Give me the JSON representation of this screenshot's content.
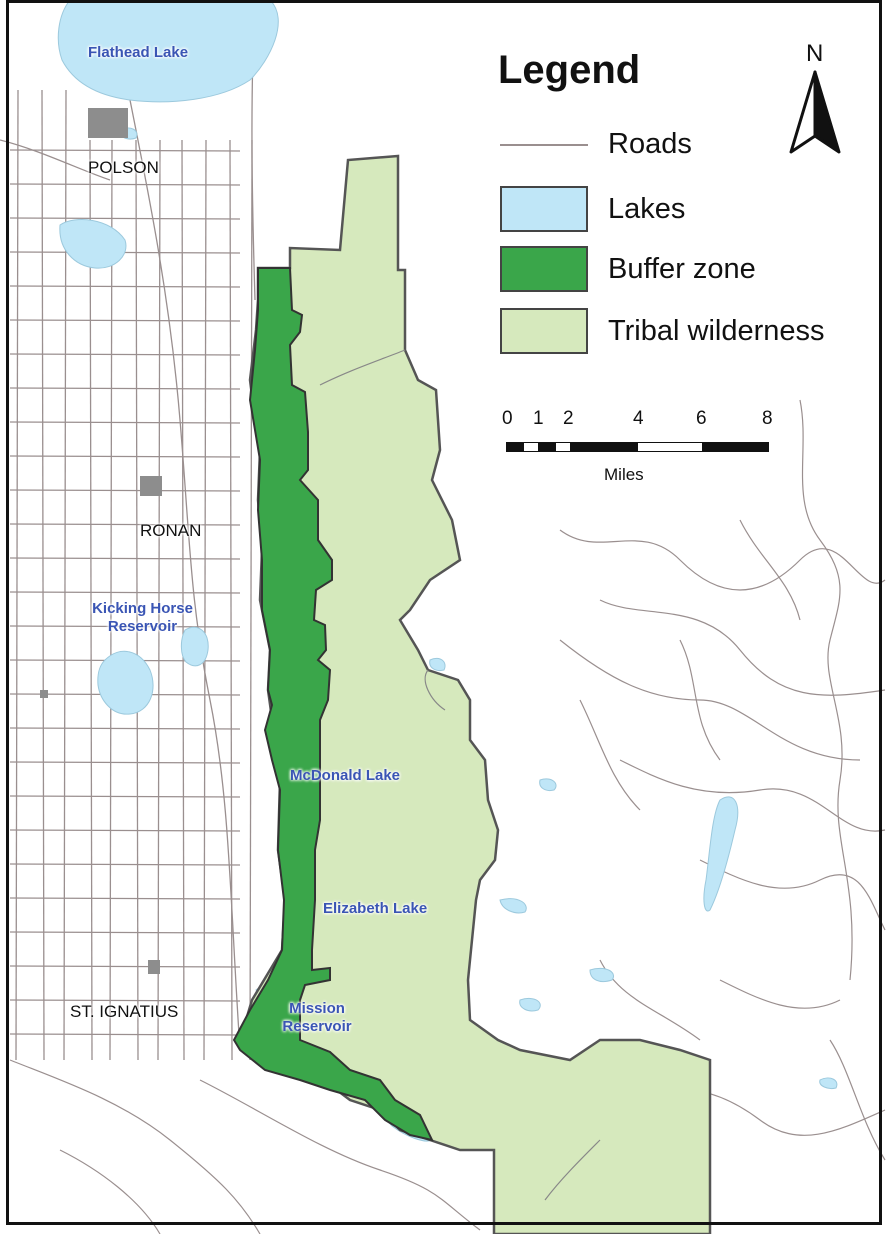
{
  "legend": {
    "title": "Legend",
    "items": [
      {
        "label": "Roads",
        "kind": "line",
        "color": "#9a8f8f"
      },
      {
        "label": "Lakes",
        "kind": "fill",
        "color": "#bfe6f7"
      },
      {
        "label": "Buffer zone",
        "kind": "fill",
        "color": "#3aa64a"
      },
      {
        "label": "Tribal wilderness",
        "kind": "fill",
        "color": "#d6e9bd"
      }
    ]
  },
  "north_arrow": {
    "letter": "N"
  },
  "scale_bar": {
    "ticks": [
      "0",
      "1",
      "2",
      "4",
      "6",
      "8"
    ],
    "unit": "Miles"
  },
  "places": {
    "flathead": "Flathead Lake",
    "polson": "POLSON",
    "ronan": "RONAN",
    "kicking_horse": "Kicking Horse Reservoir",
    "mcdonald": "McDonald Lake",
    "elizabeth": "Elizabeth Lake",
    "st_ignatius": "ST. IGNATIUS",
    "mission": "Mission Reservoir"
  },
  "colors": {
    "wilderness": "#d6e9bd",
    "buffer": "#3aa64a",
    "water": "#bfe6f7",
    "roads": "#9a8f8f",
    "boundary": "#555555",
    "lake_label": "#3a55b4"
  }
}
